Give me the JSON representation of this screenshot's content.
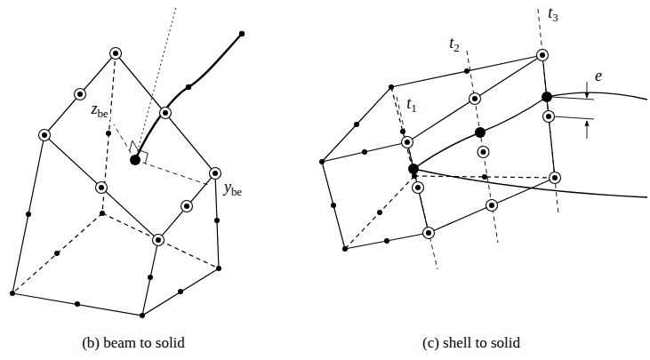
{
  "diagram": {
    "labels": [
      "zbe",
      "ybe",
      "(b) beam to solid",
      "t1",
      "t2",
      "t3",
      "e",
      "(c) shell to solid"
    ]
  }
}
